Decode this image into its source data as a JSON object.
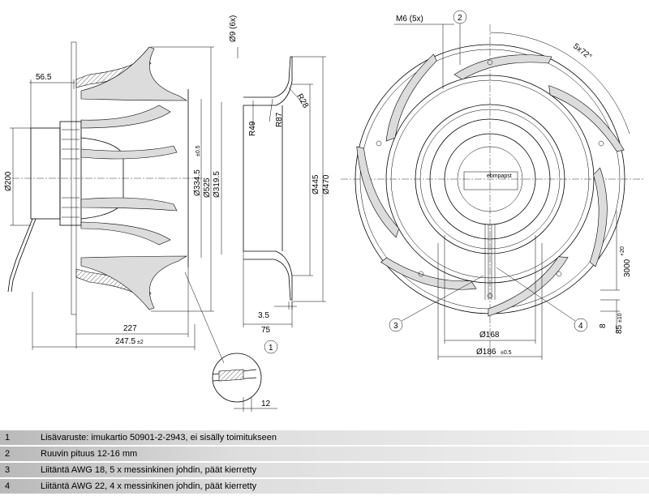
{
  "side_view": {
    "dims": [
      "56.5",
      "Ø200",
      "Ø334.5",
      "±0.5",
      "Ø525",
      "Ø319.5",
      "227",
      "247.5",
      "±2"
    ]
  },
  "section_view": {
    "dims": [
      "Ø9 (6x)",
      "R49",
      "R87",
      "R28",
      "Ø445",
      "Ø470",
      "3.5",
      "75",
      "12"
    ],
    "callout_1": "1"
  },
  "front_view": {
    "dims": [
      "M6 (5x)",
      "5x72°",
      "Ø168",
      "Ø186",
      "±0.5",
      "3000",
      "+20",
      "8",
      "85",
      "±10"
    ],
    "callout_2": "2",
    "callout_3": "3",
    "callout_4": "4",
    "label_brand": "ebmpapst"
  },
  "notes": [
    {
      "num": "1",
      "text": "Lisävaruste: imukartio 50901-2-2943, ei sisälly toimitukseen"
    },
    {
      "num": "2",
      "text": "Ruuvin pituus 12-16 mm"
    },
    {
      "num": "3",
      "text": "Liitäntä AWG 18, 5 x messinkinen johdin, päät kierretty"
    },
    {
      "num": "4",
      "text": "Liitäntä AWG 22, 4 x messinkinen johdin, päät kierretty"
    }
  ]
}
